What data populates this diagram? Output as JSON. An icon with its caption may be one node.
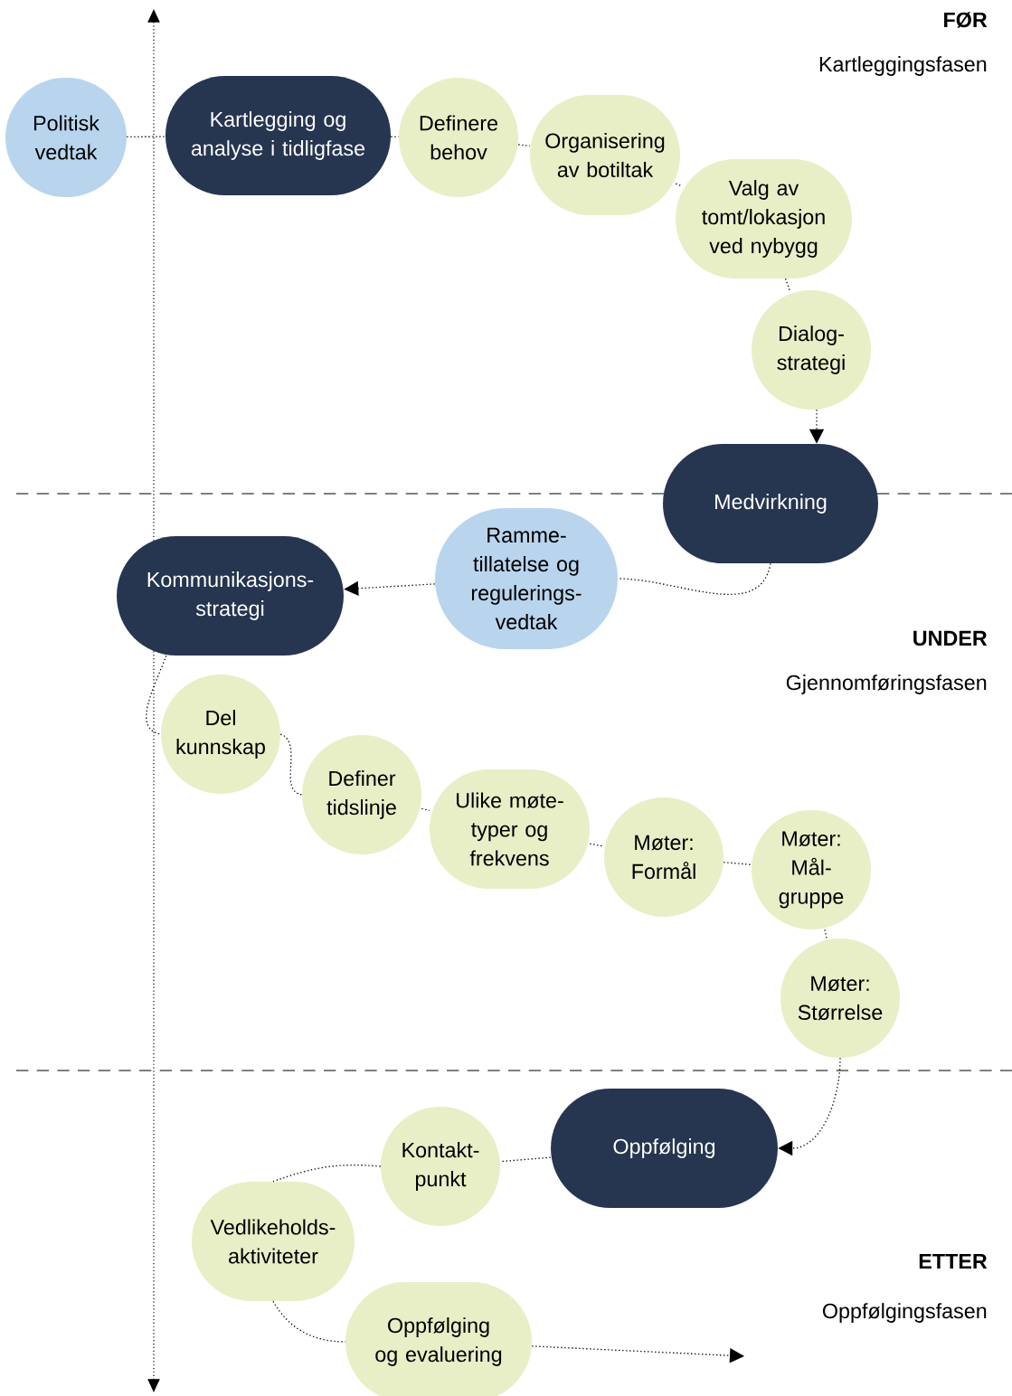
{
  "diagram": {
    "nodes": [
      {
        "text": [
          "Politisk vedtak"
        ]
      },
      {
        "text": [
          "Kartlegging og analyse i tidligfase"
        ]
      },
      {
        "text": [
          "Definere behov"
        ]
      },
      {
        "text": [
          "Organisering av botiltak"
        ]
      },
      {
        "text": [
          "Valg av tomt/lokasjon ved nybygg"
        ]
      },
      {
        "text": [
          "Dialog-strategi"
        ]
      },
      {
        "text": [
          "Medvirkning"
        ]
      },
      {
        "text": [
          "Ramme-tillatelse og regulerings-vedtak"
        ]
      },
      {
        "text": [
          "Kommunikasjons-strategi"
        ]
      },
      {
        "text": [
          "Del kunnskap"
        ]
      },
      {
        "text": [
          "Definer tidslinje"
        ]
      },
      {
        "text": [
          "Ulike møte-typer og frekvens"
        ]
      },
      {
        "text": [
          "Møter: Formål"
        ]
      },
      {
        "text": [
          "Møter: Mål-gruppe"
        ]
      },
      {
        "text": [
          "Møter: Størrelse"
        ]
      },
      {
        "text": [
          "Oppfølging"
        ]
      },
      {
        "text": [
          "Kontakt-punkt"
        ]
      },
      {
        "text": [
          "Vedlikeholds-aktiviteter"
        ]
      },
      {
        "text": [
          "Oppfølging og evaluering"
        ]
      }
    ],
    "edges": [
      {
        "from": 0,
        "to": 1,
        "arrow": "none"
      },
      {
        "from": 1,
        "to": 2,
        "arrow": "none"
      },
      {
        "from": 2,
        "to": 3,
        "arrow": "none"
      },
      {
        "from": 3,
        "to": 4,
        "arrow": "none"
      },
      {
        "from": 4,
        "to": 5,
        "arrow": "none"
      },
      {
        "from": 5,
        "to": 6,
        "arrow": "to"
      },
      {
        "from": 6,
        "to": 7,
        "arrow": "none"
      },
      {
        "from": 7,
        "to": 8,
        "arrow": "to"
      },
      {
        "from": 8,
        "to": 9,
        "arrow": "none"
      },
      {
        "from": 9,
        "to": 10,
        "arrow": "none"
      },
      {
        "from": 10,
        "to": 11,
        "arrow": "none"
      },
      {
        "from": 11,
        "to": 12,
        "arrow": "none"
      },
      {
        "from": 12,
        "to": 13,
        "arrow": "none"
      },
      {
        "from": 13,
        "to": 14,
        "arrow": "none"
      },
      {
        "from": 14,
        "to": 15,
        "arrow": "to"
      },
      {
        "from": 15,
        "to": 16,
        "arrow": "none"
      },
      {
        "from": 16,
        "to": 17,
        "arrow": "none"
      },
      {
        "from": 17,
        "to": 18,
        "arrow": "none"
      },
      {
        "from": 18,
        "to": null,
        "arrow": "to"
      }
    ],
    "labels": [
      "FØR",
      "Kartleggingsfasen",
      "UNDER",
      "Gjennomføringsfasen",
      "ETTER",
      "Oppfølgingsfasen"
    ]
  }
}
